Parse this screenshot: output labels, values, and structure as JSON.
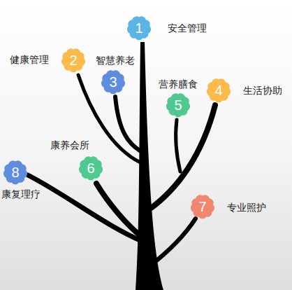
{
  "diagram": {
    "nodes": [
      {
        "text": [
          "1",
          "安全管理"
        ]
      },
      {
        "text": [
          "2",
          "健康管理"
        ]
      },
      {
        "text": [
          "3",
          "智慧养老"
        ]
      },
      {
        "text": [
          "4",
          "生活协助"
        ]
      },
      {
        "text": [
          "5",
          "营养膳食"
        ]
      },
      {
        "text": [
          "6",
          "康养会所"
        ]
      },
      {
        "text": [
          "7",
          "专业照护"
        ]
      },
      {
        "text": [
          "8",
          "康复理疗"
        ]
      }
    ]
  }
}
